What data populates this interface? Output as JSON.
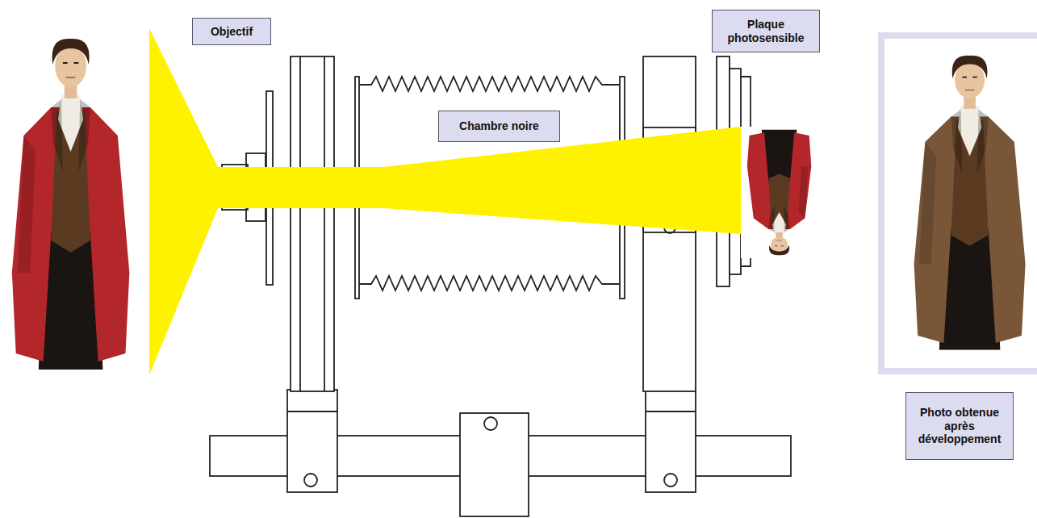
{
  "diagram": {
    "nodes": [
      {
        "text": [
          "Objectif"
        ]
      },
      {
        "text": [
          "Plaque photosensible"
        ]
      },
      {
        "text": [
          "Chambre noire"
        ]
      },
      {
        "text": [
          "Photo obtenue après développement"
        ]
      }
    ]
  }
}
